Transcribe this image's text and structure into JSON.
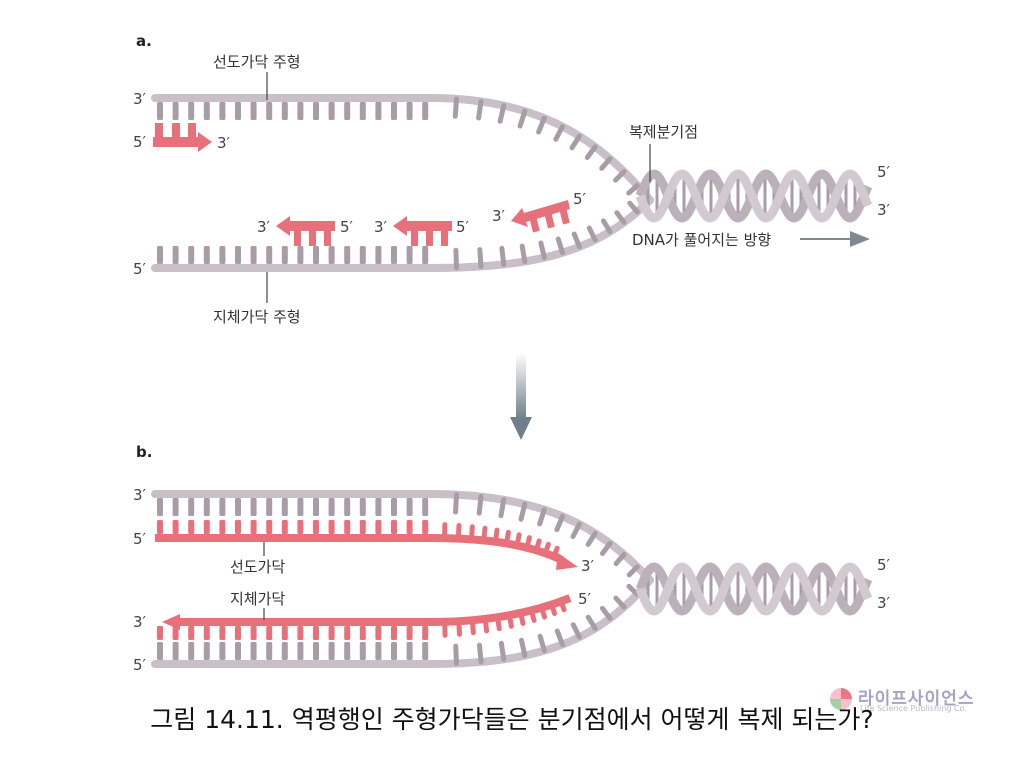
{
  "panel_a": {
    "label": "a.",
    "leading_template": "선도가닥 주형",
    "lagging_template": "지체가닥 주형",
    "fork": "복제분기점",
    "unwinding": "DNA가 풀어지는 방향",
    "ends": {
      "top_left": "3′",
      "primer_left": "5′",
      "primer_right": "3′",
      "bottom_left": "5′",
      "helix_top": "5′",
      "helix_bottom": "3′",
      "frag1_left": "3′",
      "frag1_right": "5′",
      "frag2_left": "3′",
      "frag2_right": "5′",
      "frag3_left": "3′",
      "frag3_right": "5′"
    }
  },
  "panel_b": {
    "label": "b.",
    "leading": "선도가닥",
    "lagging": "지체가닥",
    "ends": {
      "top_left": "3′",
      "red_top_left": "5′",
      "red_top_right": "3′",
      "red_bottom_left": "3′",
      "red_bottom_right": "5′",
      "bottom_left": "5′",
      "helix_top": "5′",
      "helix_bottom": "3′"
    }
  },
  "caption": "그림 14.11. 역평행인 주형가닥들은 분기점에서 어떻게 복제 되는가?",
  "watermark": {
    "text": "라이프사이언스",
    "sub": "Life Science Publishing Co."
  },
  "colors": {
    "gray_strand": "#c9bfc6",
    "gray_tick": "#a89ca6",
    "red": "#e8707a",
    "arrow": "#7b8a94"
  }
}
